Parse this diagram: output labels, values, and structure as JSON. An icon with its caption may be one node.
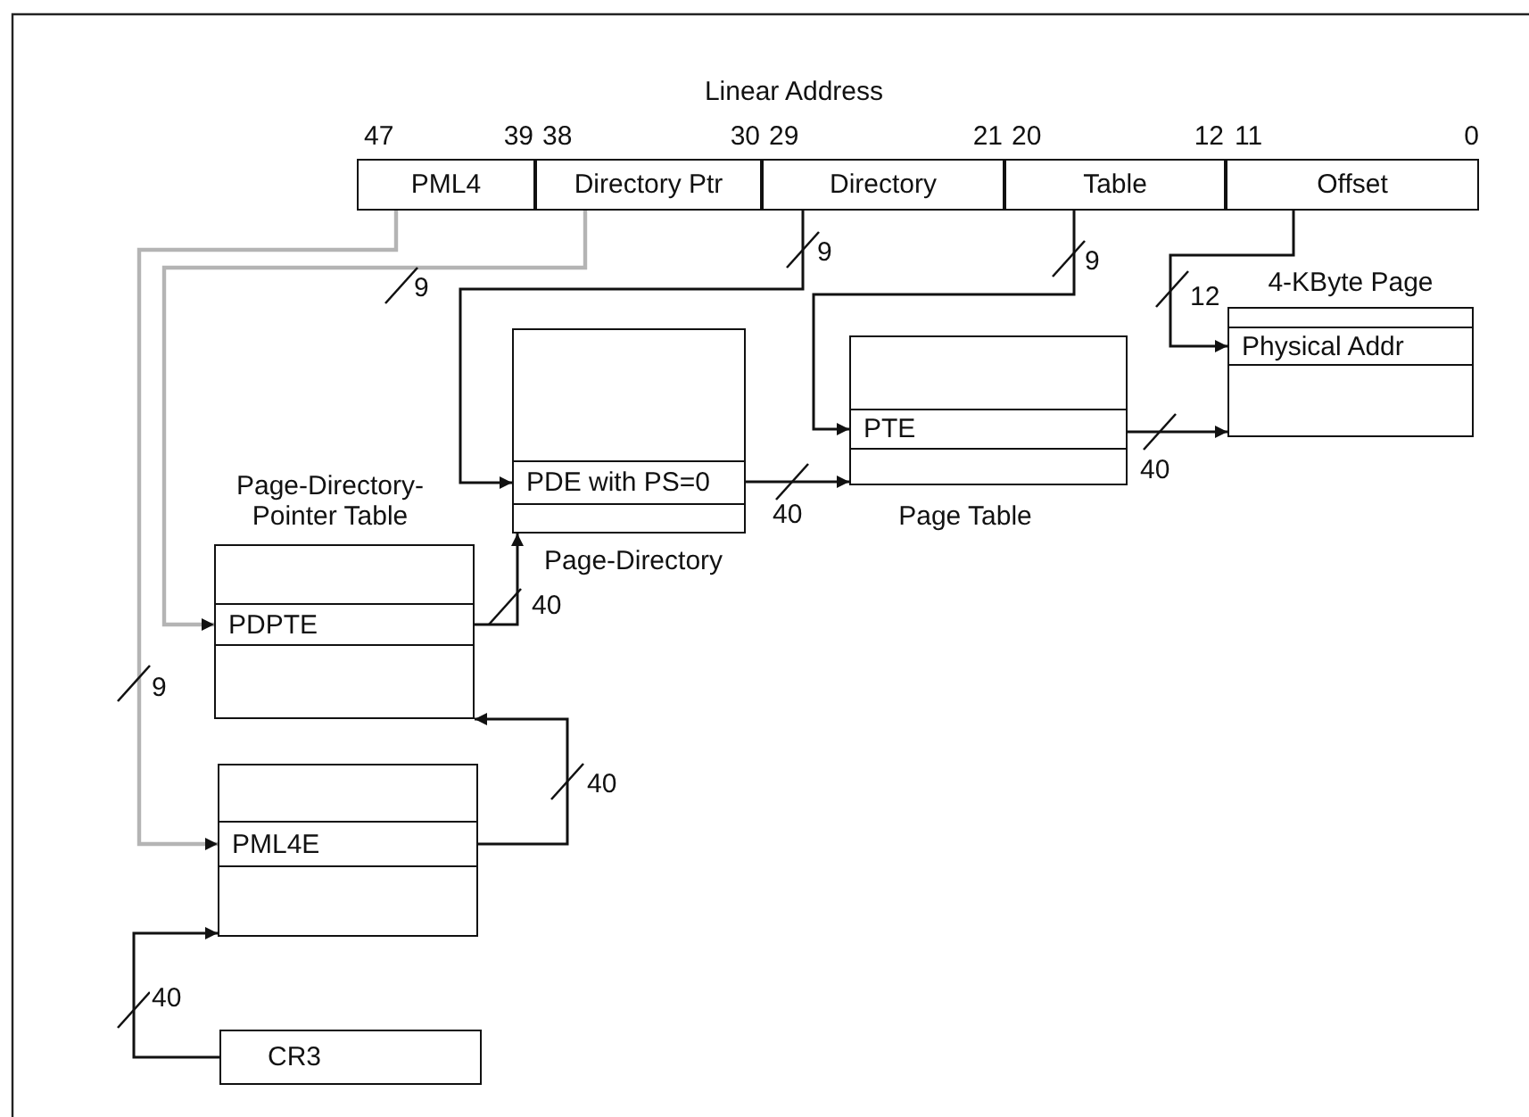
{
  "diagram": {
    "title": "Linear Address",
    "nodes": [
      {
        "text": [
          "PML4"
        ]
      },
      {
        "text": [
          "Directory Ptr"
        ]
      },
      {
        "text": [
          "Directory"
        ]
      },
      {
        "text": [
          "Table"
        ]
      },
      {
        "text": [
          "Offset"
        ]
      },
      {
        "text": [
          "4-KByte Page"
        ]
      },
      {
        "text": [
          "Physical Addr"
        ],
        "in": 5
      },
      {
        "text": [
          "Page-Directory"
        ]
      },
      {
        "text": [
          "PDE with PS=0"
        ],
        "in": 7
      },
      {
        "text": [
          "Page Table"
        ]
      },
      {
        "text": [
          "PTE"
        ],
        "in": 9
      },
      {
        "text": [
          "Page-Directory-Pointer Table"
        ]
      },
      {
        "text": [
          "PDPTE"
        ],
        "in": 11
      },
      {
        "text": [],
        "shape": "box"
      },
      {
        "text": [
          "PML4E"
        ],
        "in": 13
      },
      {
        "text": [
          "CR3"
        ]
      }
    ],
    "edges": [
      {
        "from": 0,
        "to": 14,
        "arrow": "to",
        "label": "9",
        "color": "#b4b4b4"
      },
      {
        "from": 1,
        "to": 12,
        "arrow": "to",
        "label": "9",
        "color": "#b4b4b4"
      },
      {
        "from": 2,
        "to": 8,
        "arrow": "to",
        "label": "9"
      },
      {
        "from": 3,
        "to": 10,
        "arrow": "to",
        "label": "9"
      },
      {
        "from": 4,
        "to": 6,
        "arrow": "to",
        "label": "12"
      },
      {
        "from": 15,
        "to": 13,
        "arrow": "to",
        "label": "40"
      },
      {
        "from": 14,
        "to": 11,
        "arrow": "to",
        "label": "40"
      },
      {
        "from": 12,
        "to": 7,
        "arrow": "to",
        "label": "40"
      },
      {
        "from": 8,
        "to": 9,
        "arrow": "to",
        "label": "40"
      },
      {
        "from": 10,
        "to": 5,
        "arrow": "to",
        "label": "40"
      }
    ],
    "labels": [
      "47",
      "39",
      "38",
      "30",
      "29",
      "21",
      "20",
      "12",
      "11",
      "0"
    ]
  }
}
